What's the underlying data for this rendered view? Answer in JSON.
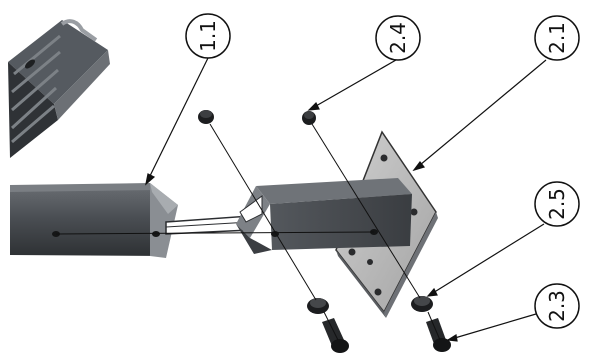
{
  "callouts": {
    "c1": "1.1",
    "c2": "2.4",
    "c3": "2.1",
    "c4": "2.5",
    "c5": "2.3"
  },
  "colors": {
    "steel_dark": "#3e4146",
    "steel_mid": "#5b5f64",
    "steel_light": "#8d9196",
    "plate": "#b9b9b9",
    "line": "#111111"
  }
}
